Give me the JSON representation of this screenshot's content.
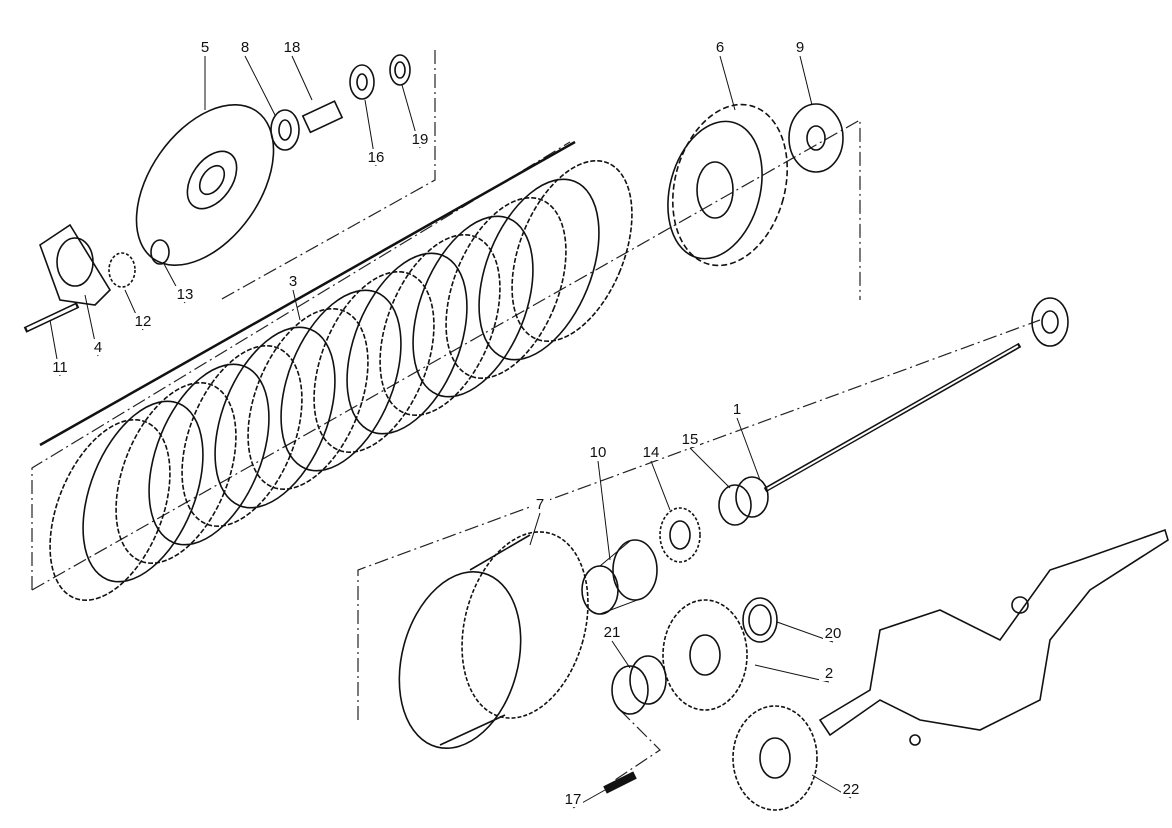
{
  "diagram": {
    "title": "Clutch exploded view",
    "callouts": [
      "1",
      "2",
      "3",
      "4",
      "5",
      "6",
      "7",
      "8",
      "9",
      "10",
      "11",
      "12",
      "13",
      "14",
      "15",
      "16",
      "17",
      "18",
      "19",
      "20",
      "21",
      "22"
    ]
  }
}
